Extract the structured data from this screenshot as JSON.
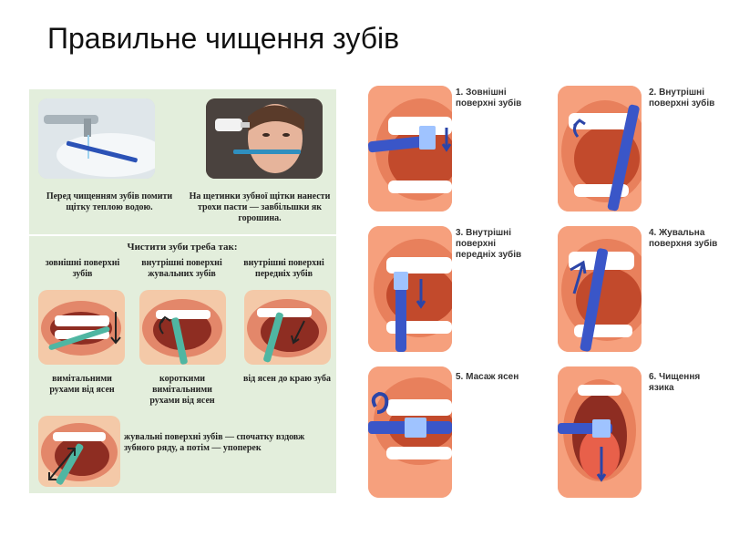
{
  "title": "Правильне чищення зубів",
  "left_panel": {
    "top_captions": [
      "Перед чищенням зубів помити щітку теплою водою.",
      "На щетинки зубної щітки нанести трохи пасти — завбільшки як горошина."
    ],
    "section_heading": "Чистити зуби треба так:",
    "column_headers": [
      "зовнішні поверхні зубів",
      "внутрішні поверхні жувальних зубів",
      "внутрішні поверхні передніх зубів"
    ],
    "motion_captions": [
      "вимітальними рухами від ясен",
      "короткими вимітальними рухами від ясен",
      "від ясен до краю зуба"
    ],
    "chewing_caption": "жувальні поверхні зубів — спочатку вздовж зубного ряду, а потім — упоперек"
  },
  "steps": [
    {
      "label": "1. Зовнішні поверхні зубів"
    },
    {
      "label": "2. Внутрішні поверхні зубів"
    },
    {
      "label": "3. Внутрішні поверхні передніх зубів"
    },
    {
      "label": "4. Жувальна поверхня зубів"
    },
    {
      "label": "5. Масаж ясен"
    },
    {
      "label": "6. Чищення язика"
    }
  ],
  "colors": {
    "panel_bg": "#e3eedc",
    "gum": "#f28a5e",
    "mouth": "#c94a2a",
    "tooth": "#ffffff",
    "brush": "#3a56c8",
    "photo_brush": "#4fb6a2"
  }
}
